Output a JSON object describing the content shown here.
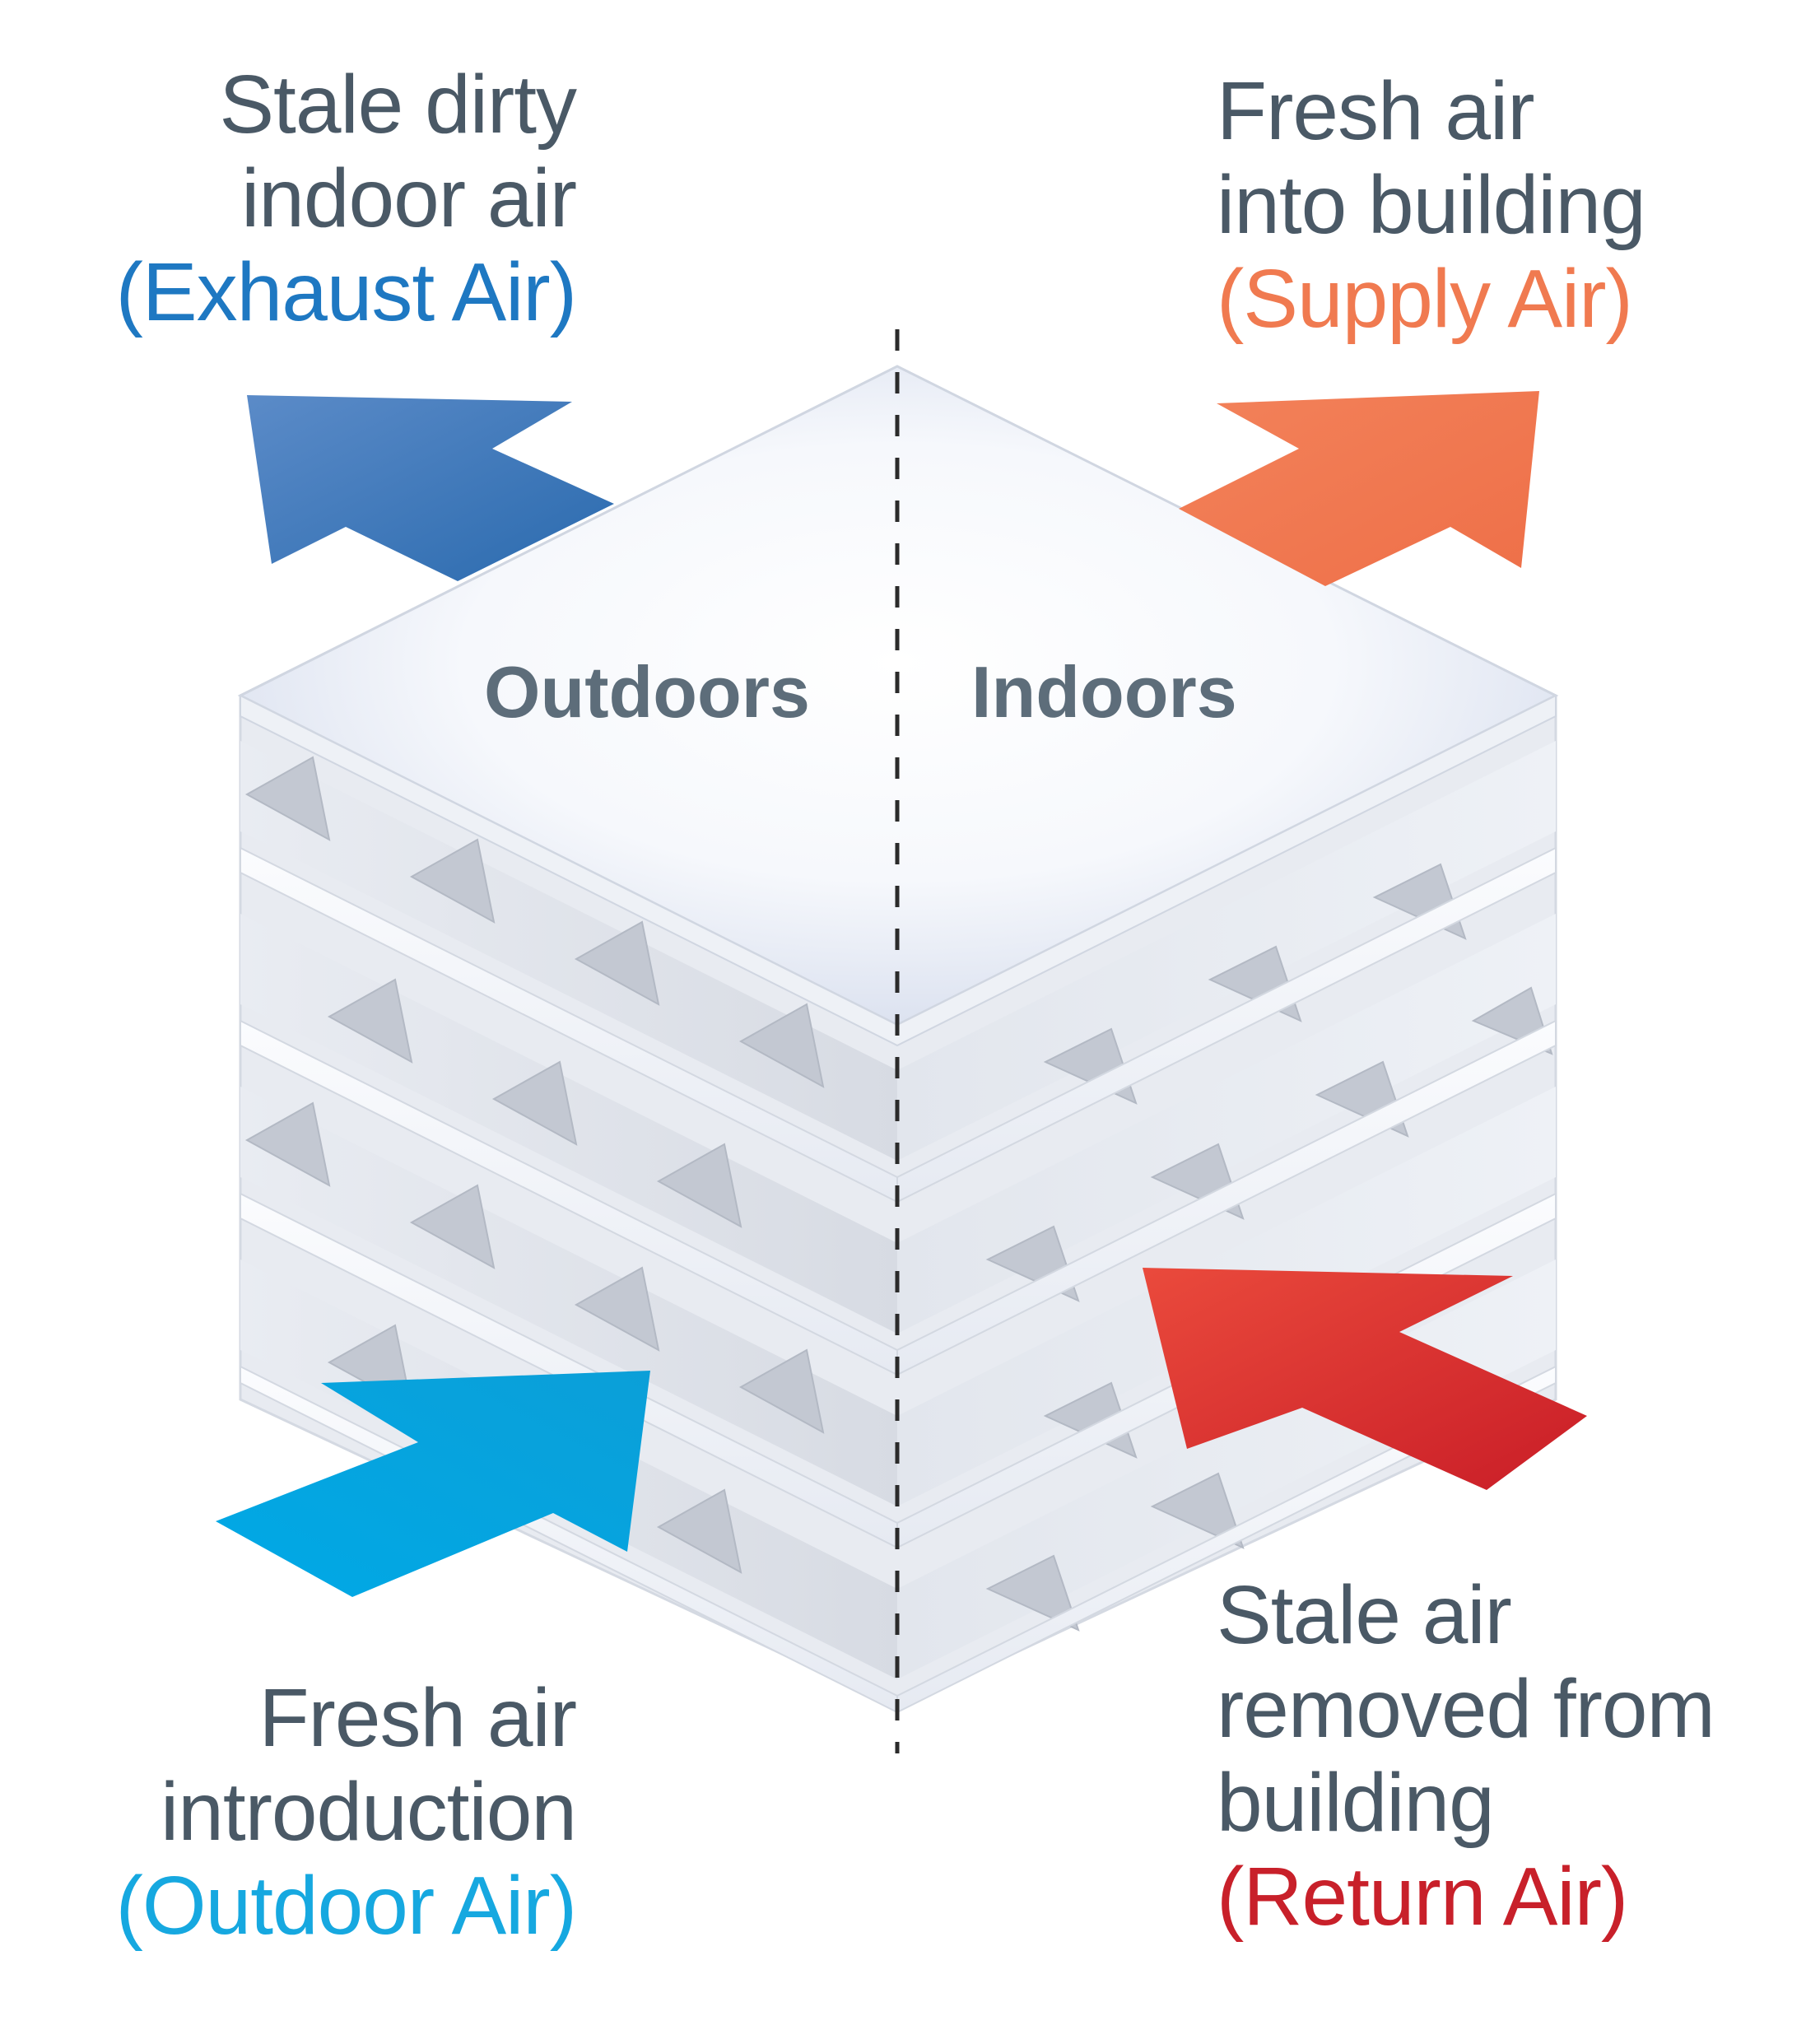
{
  "exhaust": {
    "line1": "Stale dirty",
    "line2": "indoor air",
    "name": "(Exhaust Air)",
    "color": "#1e78c2"
  },
  "supply": {
    "line1": "Fresh air",
    "line2": "into building",
    "name": "(Supply Air)",
    "color": "#f07a50"
  },
  "outdoor": {
    "line1": "Fresh air",
    "line2": "introduction",
    "name": "(Outdoor Air)",
    "color": "#16a8e0"
  },
  "return": {
    "line1": "Stale air",
    "line2": "removed from",
    "line3": "building",
    "name": "(Return Air)",
    "color": "#c8202a"
  },
  "regions": {
    "outdoors": "Outdoors",
    "indoors": "Indoors"
  },
  "colors": {
    "text": "#4a5966",
    "region_text": "#5d6d7a",
    "exhaust_arrow": "#3d78bd",
    "supply_arrow": "#f07850",
    "outdoor_arrow": "#0aa3e0",
    "return_arrow": "#e0352e"
  }
}
